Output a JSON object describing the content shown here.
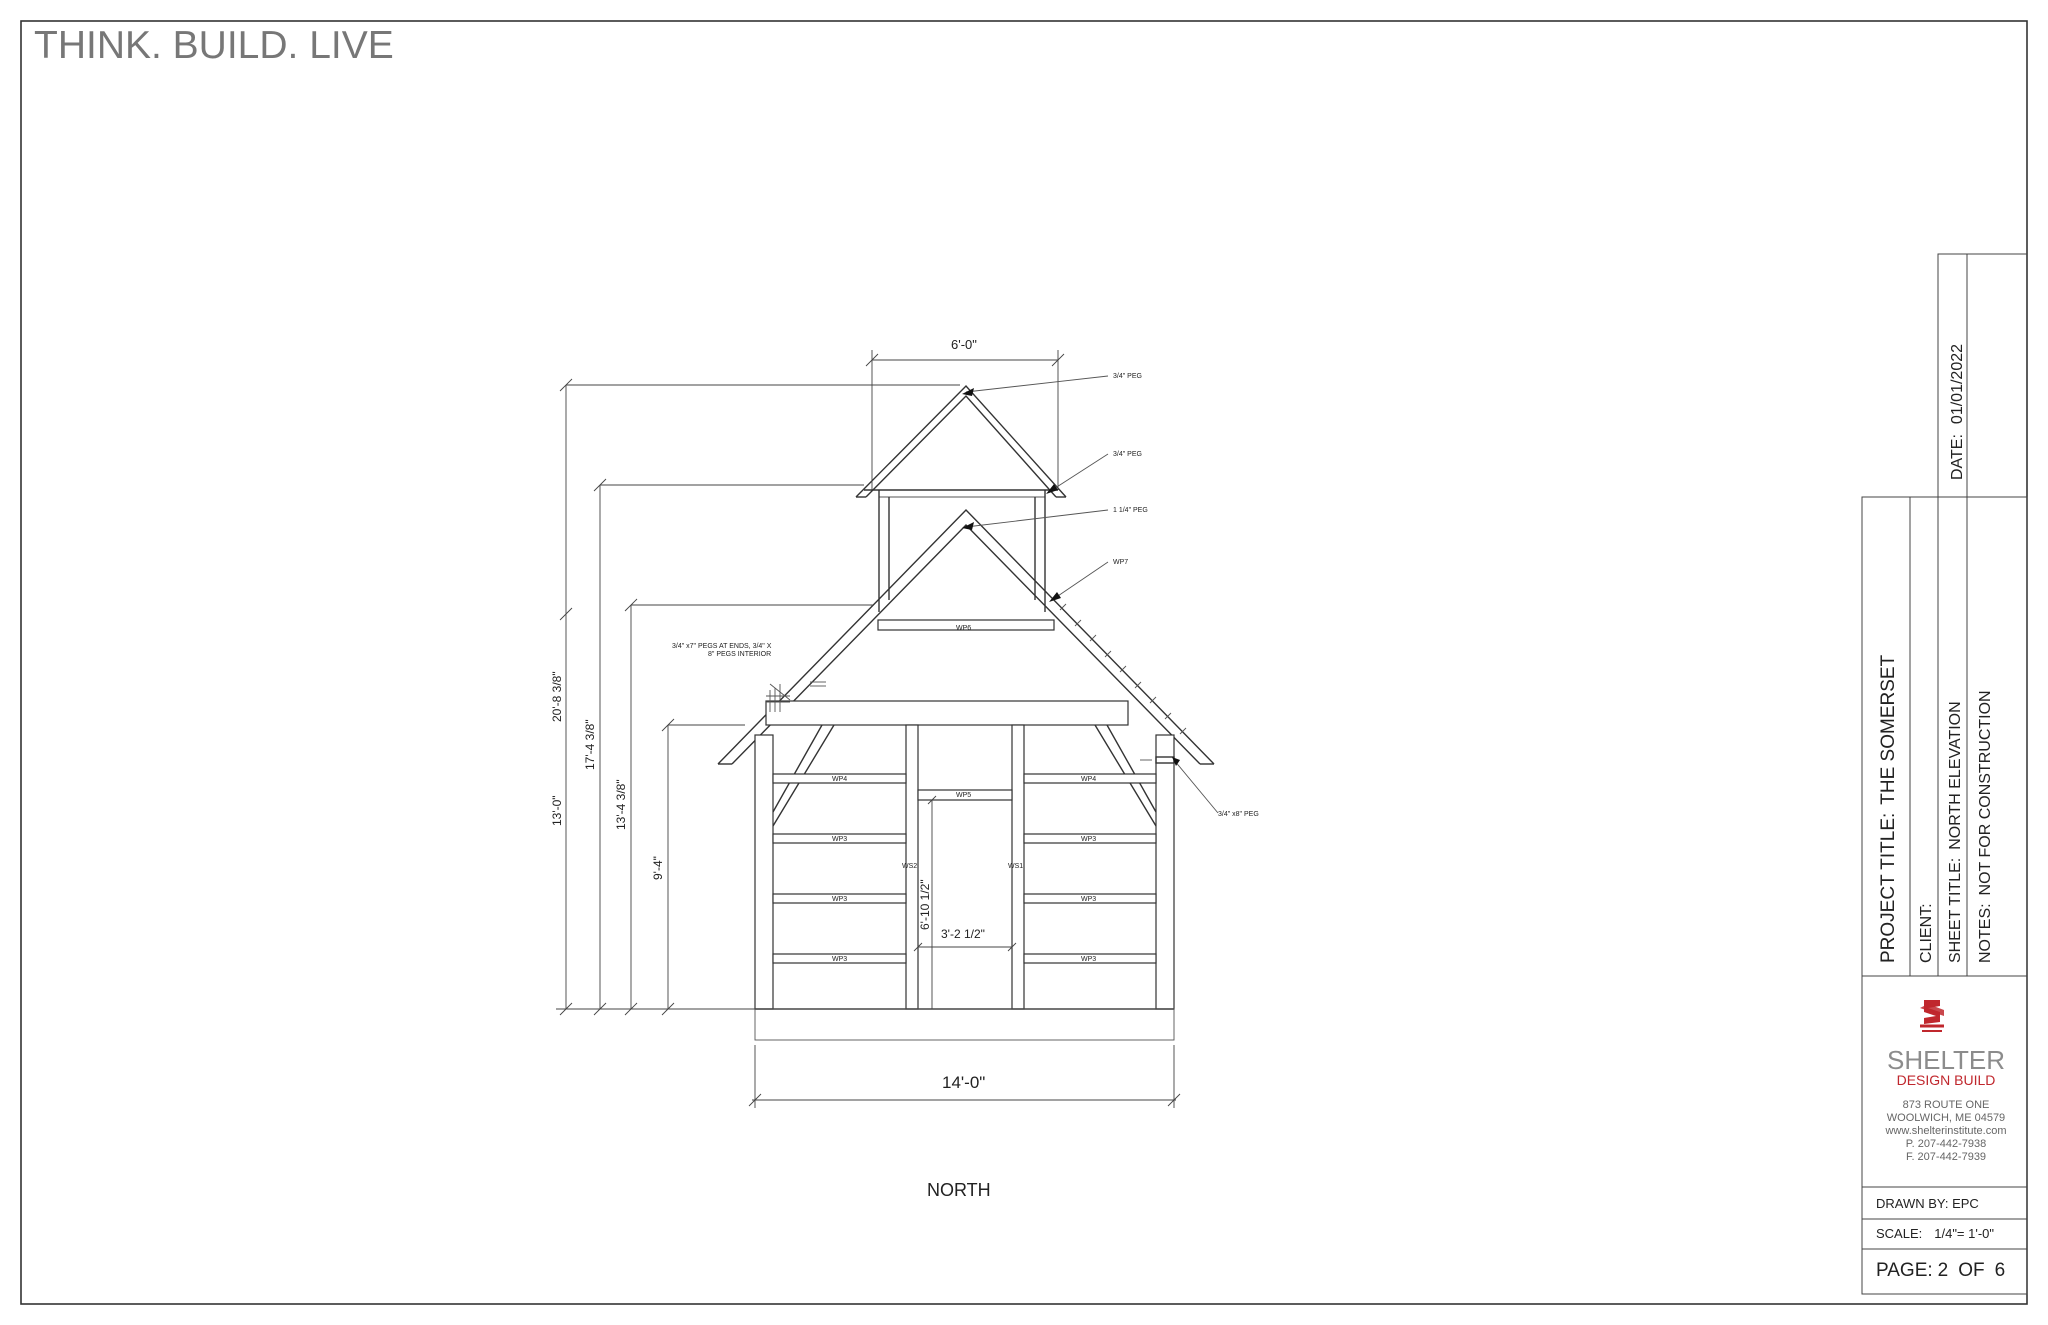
{
  "header": {
    "slogan": "THINK. BUILD. LIVE"
  },
  "drawing": {
    "view_label": "NORTH",
    "dimensions": {
      "cupola_width": "6'-0\"",
      "overall_width": "14'-0\"",
      "door_width": "3'-2 1/2\"",
      "door_height": "6'-10 1/2\"",
      "h_20": "20'-8 3/8\"",
      "h_17": "17'-4 3/8\"",
      "h_13_4": "13'-4 3/8\"",
      "h_13_0": "13'-0\"",
      "h_9": "9'-4\""
    },
    "callouts": {
      "peg_top": "3/4\" PEG",
      "peg_cupola": "3/4\" PEG",
      "peg_ridge": "1 1/4\" PEG",
      "wp7": "WP7",
      "pegs_ends_1": "3/4\" x7\" PEGS AT ENDS, 3/4\" X",
      "pegs_ends_2": "8\" PEGS INTERIOR",
      "peg_eave": "3/4\" x8\" PEG"
    },
    "members": {
      "wp6": "WP6",
      "wp5": "WP5",
      "wp4_left": "WP4",
      "wp4_right": "WP4",
      "wp3": "WP3",
      "ws2": "WS2",
      "ws1": "WS1"
    }
  },
  "title_block": {
    "date_label": "DATE:",
    "date_value": "01/01/2022",
    "project_label": "PROJECT TITLE:",
    "project_value": "THE SOMERSET",
    "client_label": "CLIENT:",
    "client_value": "",
    "sheet_label": "SHEET TITLE:",
    "sheet_value": "NORTH ELEVATION",
    "notes_label": "NOTES:",
    "notes_value": "NOT FOR CONSTRUCTION",
    "company_name": "SHELTER",
    "company_sub": "DESIGN BUILD",
    "address_1": "873 ROUTE ONE",
    "address_2": "WOOLWICH, ME 04579",
    "website": "www.shelterinstitute.com",
    "phone": "P. 207-442-7938",
    "fax": "F. 207-442-7939",
    "drawn_by": "DRAWN BY: EPC",
    "scale_label": "SCALE:",
    "scale_value": "1/4\"= 1'-0\"",
    "page_label": "PAGE:",
    "page_num": "2",
    "page_of": "OF",
    "page_total": "6"
  },
  "colors": {
    "logo_red": "#c0272d",
    "logo_gray": "#8c8c8c",
    "line": "#333333"
  }
}
